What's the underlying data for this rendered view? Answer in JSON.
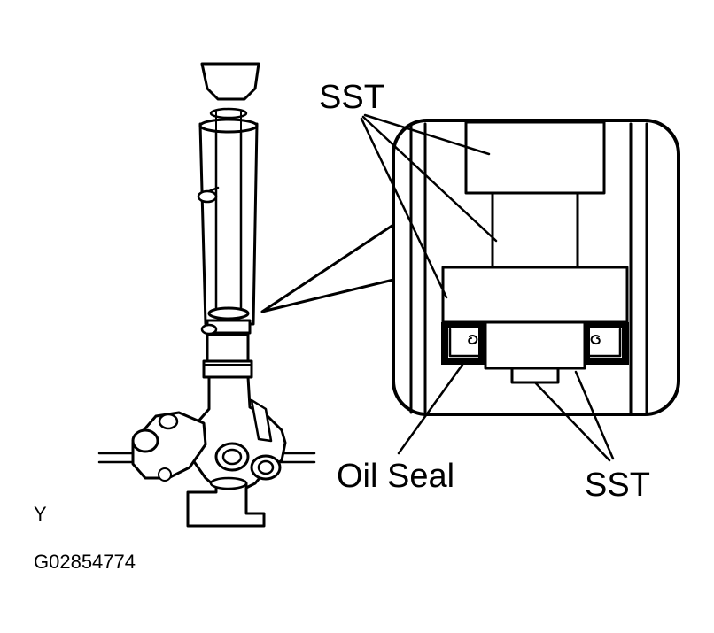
{
  "labels": {
    "sst_top": "SST",
    "oil_seal": "Oil Seal",
    "sst_bottom": "SST",
    "view_letter": "Y",
    "figure_code": "G02854774"
  }
}
